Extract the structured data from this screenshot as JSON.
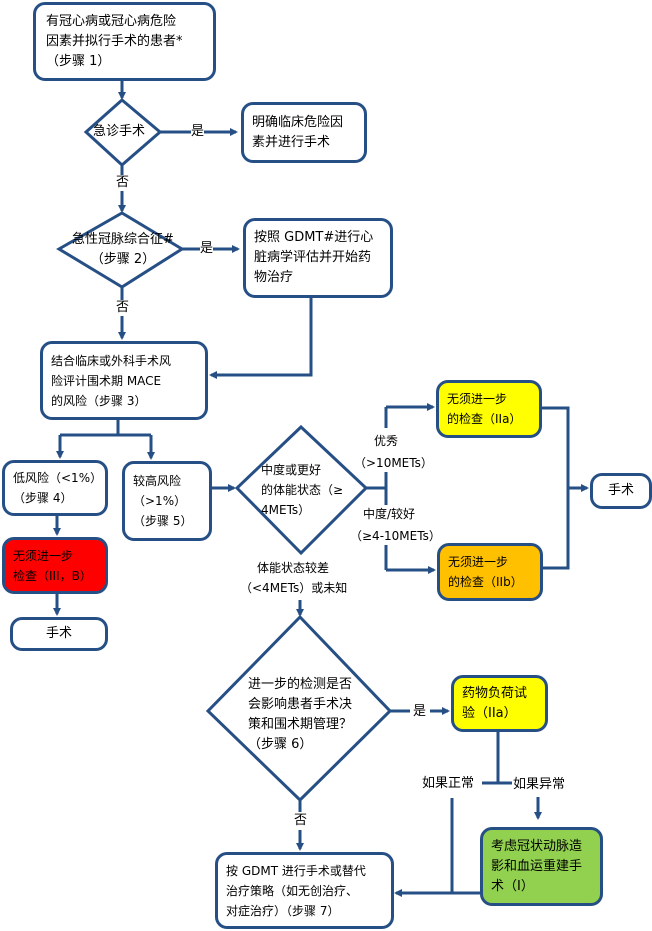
{
  "colors": {
    "line": "#264f85",
    "yellow": "#ffff00",
    "orange": "#ffc000",
    "red": "#ff0000",
    "green": "#92d050"
  },
  "nodes": {
    "start": [
      "有冠心病或冠心病危险",
      "因素并拟行手术的患者*",
      "（步骤 1）"
    ],
    "emergency": "急诊手术",
    "emergency_yes": [
      "明确临床危险因",
      "素并进行手术"
    ],
    "acs": [
      "急性冠脉综合征#",
      "（步骤 2）"
    ],
    "acs_yes": [
      "按照 GDMT#进行心",
      "脏病学评估并开始药",
      "物治疗"
    ],
    "risk": [
      "结合临床或外科手术风",
      "险评计围术期  MACE",
      "的风险（步骤 3）"
    ],
    "low": [
      "低风险（<1%）",
      "（步骤 4）"
    ],
    "high": [
      "较高风险",
      "（>1%）",
      "（步骤 5）"
    ],
    "no_test_red": [
      "无须进一步",
      "检查（III，B）"
    ],
    "surgery_left": "手术",
    "capacity": [
      "中度或更好",
      "的体能状态（≥",
      "4METs）"
    ],
    "no_test_iia": [
      "无须进一步",
      "的检查（IIa）"
    ],
    "no_test_iib": [
      "无须进一步",
      "的检查（IIb）"
    ],
    "surgery_right": "手术",
    "further": [
      "进一步的检测是否",
      "会影响患者手术决",
      "策和围术期管理？",
      "（步骤 6）"
    ],
    "stress": [
      "药物负荷试",
      "验（IIa）"
    ],
    "revasc": [
      "考虑冠状动脉造",
      "影和血运重建手",
      "术（I）"
    ],
    "final": [
      "按 GDMT 进行手术或替代",
      "治疗策略（如无创治疗、",
      "对症治疗）（步骤 7）"
    ]
  },
  "labels": {
    "yes": "是",
    "no": "否",
    "excellent": "优秀",
    "excellent_mets": "（>10METs）",
    "moderate": "中度/较好",
    "moderate_mets": "（≥4-10METs）",
    "poor": "体能状态较差",
    "poor_mets": "（<4METs）或未知",
    "normal": "如果正常",
    "abnormal": "如果异常"
  }
}
